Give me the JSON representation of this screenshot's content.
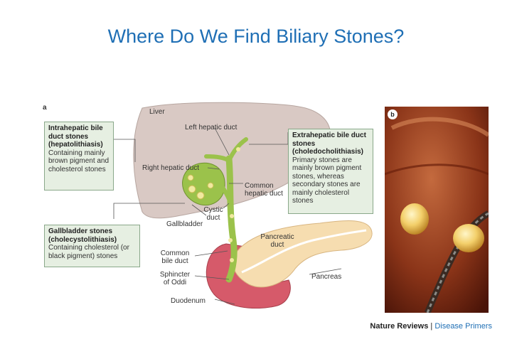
{
  "title": "Where Do We Find Biliary Stones?",
  "panel_a_letter": "a",
  "panel_b_letter": "b",
  "boxes": {
    "intrahepatic": {
      "heading": "Intrahepatic bile duct stones (hepatolithiasis)",
      "body": "Containing mainly brown pigment and cholesterol stones"
    },
    "gallbladder": {
      "heading": "Gallbladder stones (cholecystolithiasis)",
      "body": "Containing cholesterol (or black pigment) stones"
    },
    "extrahepatic": {
      "heading": "Extrahepatic bile duct stones (choledocholithiasis)",
      "body": "Primary stones are mainly brown pigment stones, whereas secondary stones are mainly cholesterol stones"
    }
  },
  "labels": {
    "liver": "Liver",
    "left_hepatic_duct": "Left hepatic duct",
    "right_hepatic_duct": "Right hepatic duct",
    "common_hepatic_duct": "Common hepatic duct",
    "cystic_duct": "Cystic duct",
    "gallbladder": "Gallbladder",
    "pancreatic_duct": "Pancreatic duct",
    "common_bile_duct": "Common bile duct",
    "sphincter_of_oddi": "Sphincter of Oddi",
    "pancreas": "Pancreas",
    "duodenum": "Duodenum"
  },
  "footer": {
    "journal": "Nature Reviews",
    "separator": "|",
    "series": "Disease Primers"
  },
  "colors": {
    "title": "#1f6fb5",
    "liver": "#d9c9c4",
    "duct": "#9bc24b",
    "pancreas": "#f6ddb0",
    "duodenum": "#d65a6a",
    "box_fill": "#e6efe2"
  }
}
